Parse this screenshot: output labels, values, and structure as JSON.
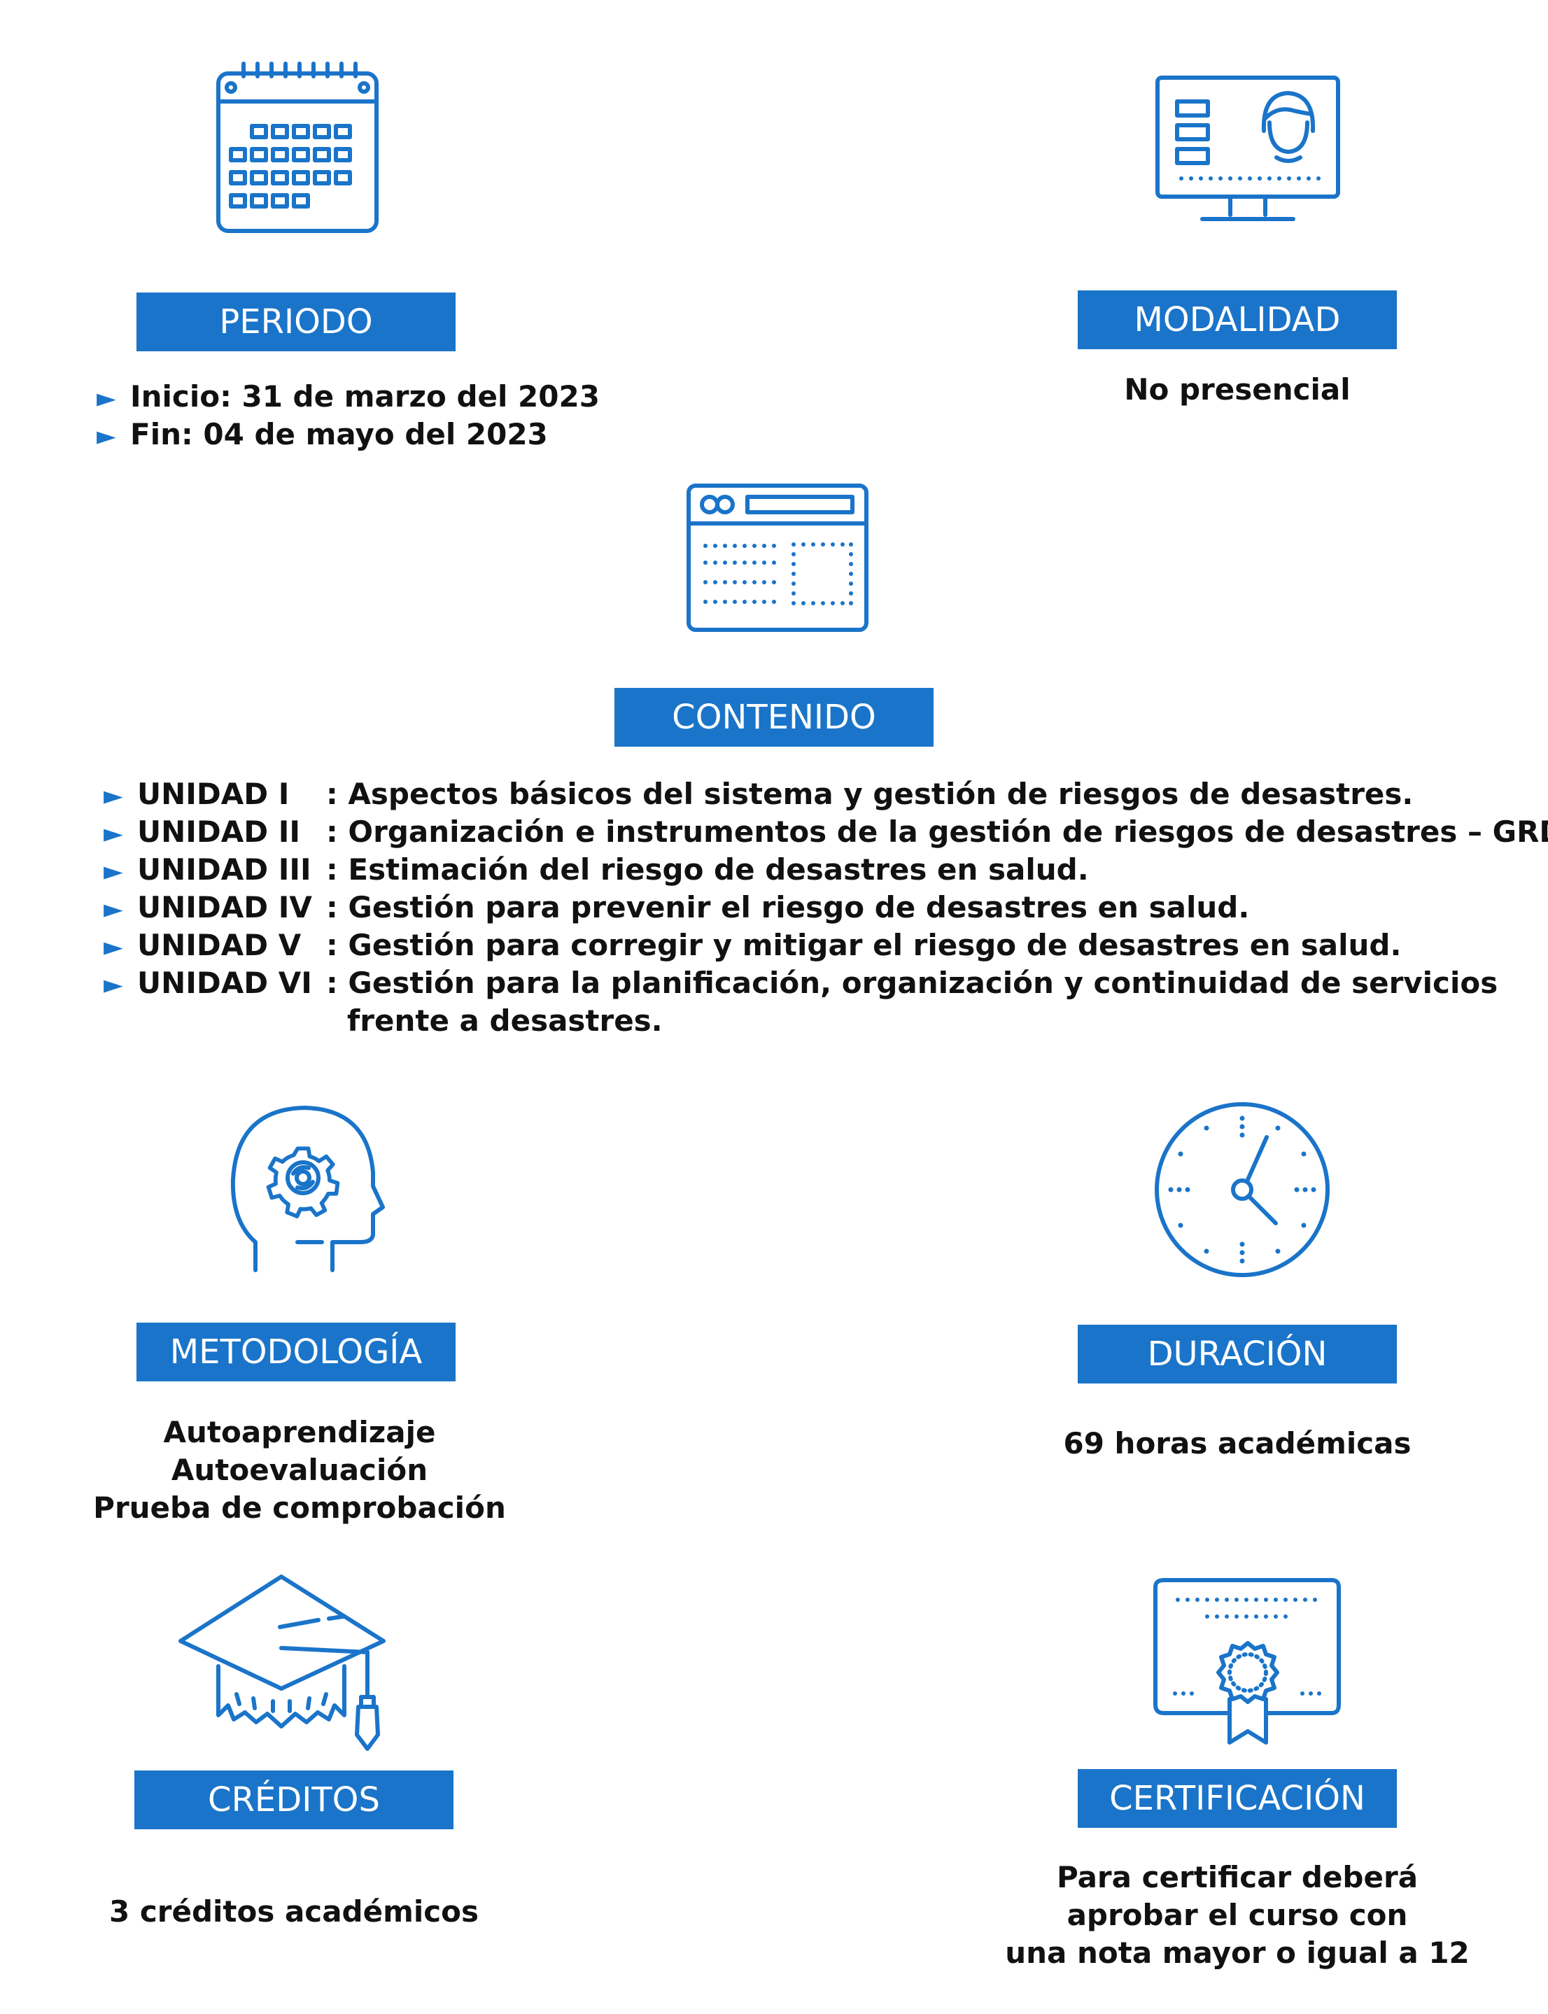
{
  "periodo": {
    "label": "PERIODO",
    "items": [
      "Inicio: 31 de marzo del 2023",
      "Fin: 04 de mayo del 2023"
    ]
  },
  "modalidad": {
    "label": "MODALIDAD",
    "value": "No presencial"
  },
  "contenido": {
    "label": "CONTENIDO",
    "units": [
      {
        "name": "UNIDAD I",
        "desc": ": Aspectos básicos del sistema y gestión de riesgos de desastres."
      },
      {
        "name": "UNIDAD II",
        "desc": ": Organización e instrumentos de la gestión de riesgos de desastres – GRD."
      },
      {
        "name": "UNIDAD III",
        "desc": ": Estimación del riesgo de desastres en salud."
      },
      {
        "name": "UNIDAD IV",
        "desc": ": Gestión para prevenir el riesgo de desastres en salud."
      },
      {
        "name": "UNIDAD V",
        "desc": ": Gestión para corregir y mitigar el riesgo de desastres en salud."
      },
      {
        "name": "UNIDAD VI",
        "desc": ": Gestión para la planificación, organización y continuidad de servicios",
        "desc2": "frente a desastres."
      }
    ]
  },
  "metodologia": {
    "label": "METODOLOGÍA",
    "items": [
      "Autoaprendizaje",
      "Autoevaluación",
      "Prueba de comprobación"
    ]
  },
  "duracion": {
    "label": "DURACIÓN",
    "value": "69 horas académicas"
  },
  "creditos": {
    "label": "CRÉDITOS",
    "value": "3 créditos académicos"
  },
  "certificacion": {
    "label": "CERTIFICACIÓN",
    "lines": [
      "Para certificar deberá",
      "aprobar el curso con",
      "una nota mayor o igual a 12"
    ]
  },
  "colors": {
    "accent": "#1a74c9",
    "text": "#111111"
  },
  "icons": [
    "calendar-icon",
    "monitor-user-icon",
    "browser-window-icon",
    "head-gear-icon",
    "clock-icon",
    "graduation-cap-icon",
    "certificate-icon"
  ]
}
